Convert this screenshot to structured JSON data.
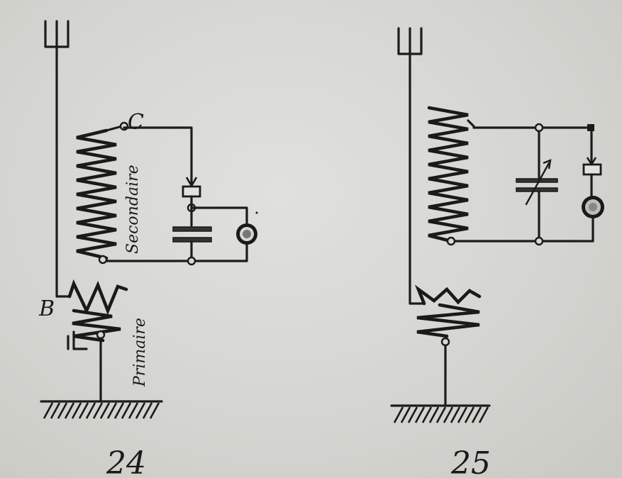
{
  "figure_24": {
    "number": "24",
    "label_secondary": "Secondaire",
    "label_primary": "Primaire",
    "label_b": "B",
    "label_c": "C"
  },
  "figure_25": {
    "number": "25"
  }
}
